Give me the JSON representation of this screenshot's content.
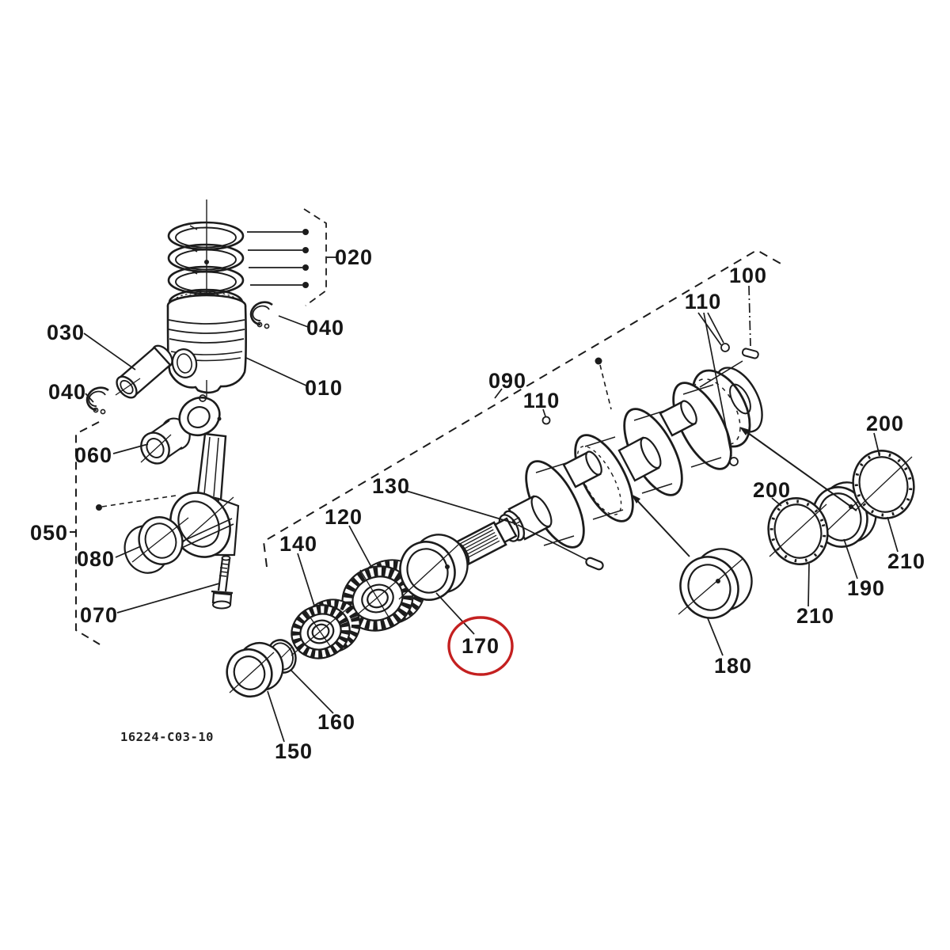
{
  "diagram": {
    "background": "#ffffff",
    "line_color": "#1c1c1c",
    "drawing_number": "16224-C03-10",
    "highlight": {
      "label": "170",
      "color": "#c42020",
      "shape": "red-circle"
    },
    "callouts": [
      {
        "label": "020"
      },
      {
        "label": "040"
      },
      {
        "label": "010"
      },
      {
        "label": "030"
      },
      {
        "label": "040"
      },
      {
        "label": "060"
      },
      {
        "label": "050"
      },
      {
        "label": "080"
      },
      {
        "label": "070"
      },
      {
        "label": "090"
      },
      {
        "label": "110"
      },
      {
        "label": "100"
      },
      {
        "label": "110"
      },
      {
        "label": "130"
      },
      {
        "label": "120"
      },
      {
        "label": "140"
      },
      {
        "label": "170"
      },
      {
        "label": "160"
      },
      {
        "label": "150"
      },
      {
        "label": "180"
      },
      {
        "label": "200"
      },
      {
        "label": "210"
      },
      {
        "label": "190"
      },
      {
        "label": "200"
      },
      {
        "label": "210"
      }
    ]
  }
}
